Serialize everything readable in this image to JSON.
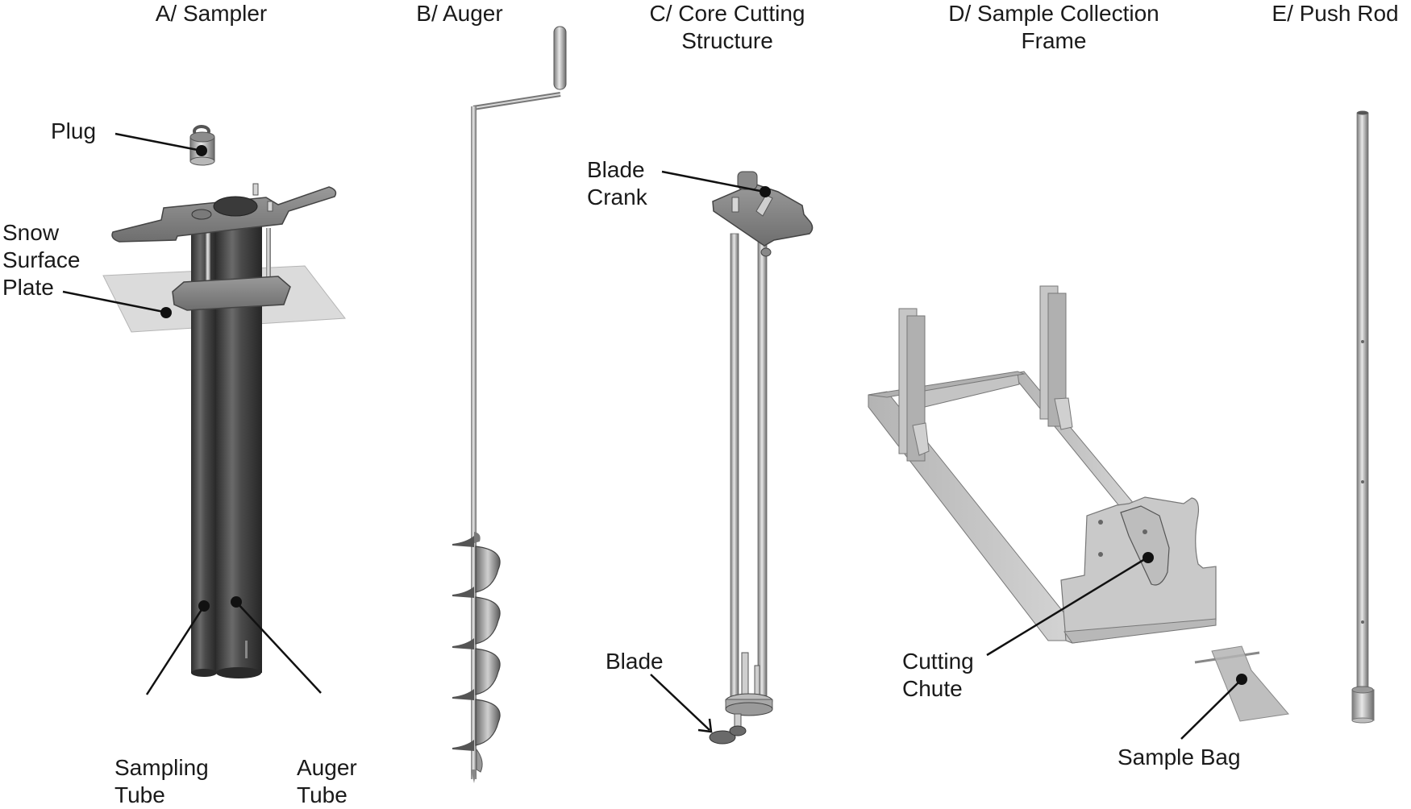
{
  "figure": {
    "panels": [
      {
        "id": "A",
        "title": "A/ Sampler"
      },
      {
        "id": "B",
        "title": "B/ Auger"
      },
      {
        "id": "C",
        "title": "C/ Core Cutting\nStructure"
      },
      {
        "id": "D",
        "title": "D/ Sample Collection\nFrame"
      },
      {
        "id": "E",
        "title": "E/ Push Rod"
      }
    ],
    "callouts": {
      "plug": "Plug",
      "snow_surface_plate": "Snow\nSurface\nPlate",
      "sampling_tube": "Sampling\nTube",
      "auger_tube": "Auger\nTube",
      "blade_crank": "Blade\nCrank",
      "blade": "Blade",
      "cutting_chute": "Cutting\nChute",
      "sample_bag": "Sample Bag"
    },
    "colors": {
      "background": "#ffffff",
      "text": "#1a1a1a",
      "metal_dark": "#3a3a3a",
      "metal_mid": "#8a8a8a",
      "metal_light": "#c8c8c8",
      "plate_translucent": "#cfcfcf",
      "leader": "#111111"
    }
  }
}
